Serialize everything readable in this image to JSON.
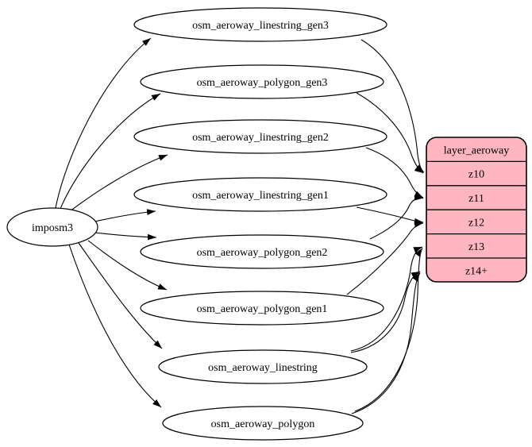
{
  "diagram": {
    "source_node": {
      "label": "imposm3"
    },
    "table_nodes": [
      {
        "label": "osm_aeroway_linestring_gen3"
      },
      {
        "label": "osm_aeroway_polygon_gen3"
      },
      {
        "label": "osm_aeroway_linestring_gen2"
      },
      {
        "label": "osm_aeroway_linestring_gen1"
      },
      {
        "label": "osm_aeroway_polygon_gen2"
      },
      {
        "label": "osm_aeroway_polygon_gen1"
      },
      {
        "label": "osm_aeroway_linestring"
      },
      {
        "label": "osm_aeroway_polygon"
      }
    ],
    "layer_node": {
      "title": "layer_aeroway",
      "rows": [
        {
          "label": "z10"
        },
        {
          "label": "z11"
        },
        {
          "label": "z12"
        },
        {
          "label": "z13"
        },
        {
          "label": "z14+"
        }
      ],
      "fill_color": "#ffb6c1",
      "stroke_color": "#000000"
    },
    "edges": [
      {
        "from": "imposm3",
        "to": "osm_aeroway_linestring_gen3"
      },
      {
        "from": "imposm3",
        "to": "osm_aeroway_polygon_gen3"
      },
      {
        "from": "imposm3",
        "to": "osm_aeroway_linestring_gen2"
      },
      {
        "from": "imposm3",
        "to": "osm_aeroway_linestring_gen1"
      },
      {
        "from": "imposm3",
        "to": "osm_aeroway_polygon_gen2"
      },
      {
        "from": "imposm3",
        "to": "osm_aeroway_polygon_gen1"
      },
      {
        "from": "imposm3",
        "to": "osm_aeroway_linestring"
      },
      {
        "from": "imposm3",
        "to": "osm_aeroway_polygon"
      },
      {
        "from": "osm_aeroway_linestring_gen3",
        "to": "layer_aeroway",
        "port": "z10"
      },
      {
        "from": "osm_aeroway_polygon_gen3",
        "to": "layer_aeroway",
        "port": "z10"
      },
      {
        "from": "osm_aeroway_linestring_gen2",
        "to": "layer_aeroway",
        "port": "z11"
      },
      {
        "from": "osm_aeroway_polygon_gen2",
        "to": "layer_aeroway",
        "port": "z11"
      },
      {
        "from": "osm_aeroway_linestring_gen1",
        "to": "layer_aeroway",
        "port": "z12"
      },
      {
        "from": "osm_aeroway_polygon_gen1",
        "to": "layer_aeroway",
        "port": "z12"
      },
      {
        "from": "osm_aeroway_linestring",
        "to": "layer_aeroway",
        "port": "z13"
      },
      {
        "from": "osm_aeroway_polygon",
        "to": "layer_aeroway",
        "port": "z13"
      },
      {
        "from": "osm_aeroway_linestring",
        "to": "layer_aeroway",
        "port": "z14+"
      },
      {
        "from": "osm_aeroway_polygon",
        "to": "layer_aeroway",
        "port": "z14+"
      }
    ],
    "colors": {
      "background": "#ffffff",
      "node_fill": "#ffffff",
      "edge": "#000000",
      "text": "#000000"
    }
  }
}
